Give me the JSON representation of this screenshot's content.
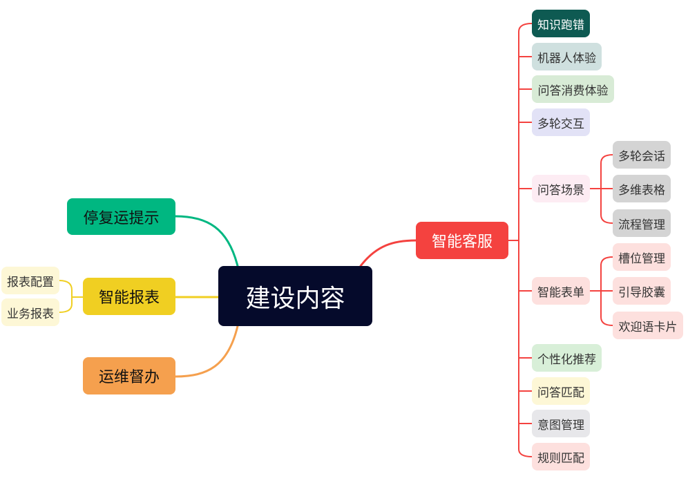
{
  "root": {
    "label": "建设内容"
  },
  "left_branches": [
    {
      "label": "停复运提示",
      "color": "#00b781"
    },
    {
      "label": "智能报表",
      "color": "#f0cf22",
      "children": [
        {
          "label": "报表配置"
        },
        {
          "label": "业务报表"
        }
      ]
    },
    {
      "label": "运维督办",
      "color": "#f5a04e"
    }
  ],
  "right_branch": {
    "label": "智能客服",
    "color": "#f4423f",
    "children": [
      {
        "label": "知识跑错",
        "fill": "#0e5a52",
        "text": "#ffffff"
      },
      {
        "label": "机器人体验",
        "fill": "#cfe0df"
      },
      {
        "label": "问答消费体验",
        "fill": "#d8ebd6"
      },
      {
        "label": "多轮交互",
        "fill": "#e2e2f6"
      },
      {
        "label": "问答场景",
        "fill": "#fdecf3",
        "children": [
          {
            "label": "多轮会话"
          },
          {
            "label": "多维表格"
          },
          {
            "label": "流程管理"
          }
        ]
      },
      {
        "label": "智能表单",
        "fill": "#fde0de",
        "children": [
          {
            "label": "槽位管理"
          },
          {
            "label": "引导胶囊"
          },
          {
            "label": "欢迎语卡片"
          }
        ]
      },
      {
        "label": "个性化推荐",
        "fill": "#d8efd8"
      },
      {
        "label": "问答匹配",
        "fill": "#fdf7d6"
      },
      {
        "label": "意图管理",
        "fill": "#e7e7ea"
      },
      {
        "label": "规则匹配",
        "fill": "#fde0de"
      }
    ]
  }
}
